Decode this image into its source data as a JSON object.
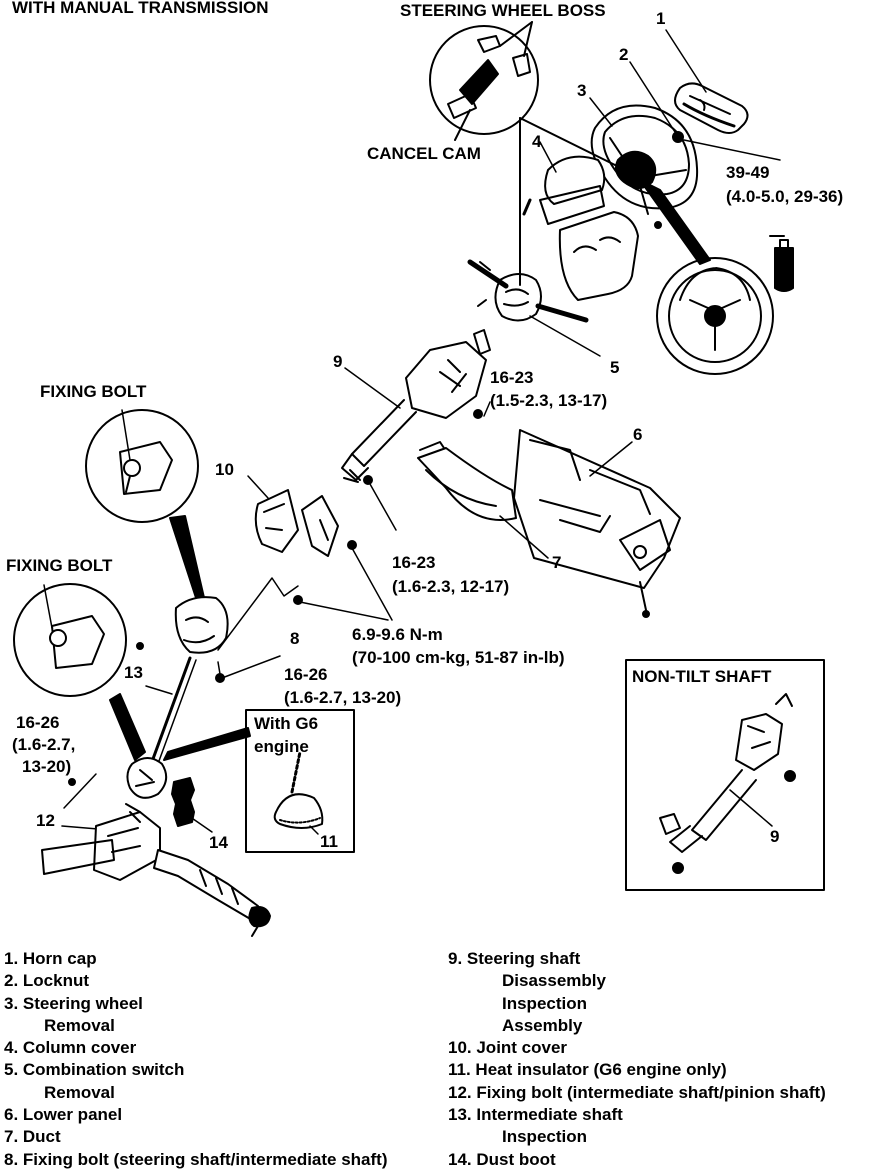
{
  "diagram": {
    "header": "WITH MANUAL TRANSMISSION",
    "callouts": {
      "steering_wheel_boss": "STEERING WHEEL BOSS",
      "cancel_cam": "CANCEL CAM",
      "fixing_bolt_upper": "FIXING BOLT",
      "fixing_bolt_lower": "FIXING BOLT",
      "non_tilt_shaft": "NON-TILT SHAFT",
      "with_g6_line1": "With G6",
      "with_g6_line2": "engine"
    },
    "part_numbers": {
      "n1": "1",
      "n2": "2",
      "n3": "3",
      "n4": "4",
      "n5": "5",
      "n6": "6",
      "n7": "7",
      "n8": "8",
      "n9": "9",
      "n9b": "9",
      "n10": "10",
      "n11": "11",
      "n12": "12",
      "n13": "13",
      "n14": "14"
    },
    "torque_specs": {
      "t1_line1": "39-49",
      "t1_line2": "(4.0-5.0, 29-36)",
      "t2_line1": "16-23",
      "t2_line2": "(1.5-2.3, 13-17)",
      "t3_line1": "16-23",
      "t3_line2": "(1.6-2.3, 12-17)",
      "t4_line1": "6.9-9.6 N-m",
      "t4_line2": "(70-100 cm-kg, 51-87 in-lb)",
      "t5_line1": "16-26",
      "t5_line2": "(1.6-2.7, 13-20)",
      "t6_line1": "16-26",
      "t6_line2": "(1.6-2.7,",
      "t6_line3": "13-20)"
    }
  },
  "legend": {
    "left": [
      {
        "text": "1. Horn cap",
        "sub": false
      },
      {
        "text": "2. Locknut",
        "sub": false
      },
      {
        "text": "3. Steering wheel",
        "sub": false
      },
      {
        "text": "Removal",
        "sub": true
      },
      {
        "text": "4. Column cover",
        "sub": false
      },
      {
        "text": "5. Combination switch",
        "sub": false
      },
      {
        "text": "Removal",
        "sub": true
      },
      {
        "text": "6. Lower panel",
        "sub": false
      },
      {
        "text": "7. Duct",
        "sub": false
      },
      {
        "text": "8. Fixing bolt (steering shaft/intermediate shaft)",
        "sub": false
      }
    ],
    "right": [
      {
        "text": "9. Steering shaft",
        "sub": false
      },
      {
        "text": "Disassembly",
        "sub": true
      },
      {
        "text": "Inspection",
        "sub": true
      },
      {
        "text": "Assembly",
        "sub": true
      },
      {
        "text": "10. Joint cover",
        "sub": false
      },
      {
        "text": "11. Heat insulator (G6 engine only)",
        "sub": false
      },
      {
        "text": "12. Fixing bolt (intermediate shaft/pinion shaft)",
        "sub": false
      },
      {
        "text": "13. Intermediate shaft",
        "sub": false
      },
      {
        "text": "Inspection",
        "sub": true
      },
      {
        "text": "14. Dust boot",
        "sub": false
      }
    ]
  }
}
